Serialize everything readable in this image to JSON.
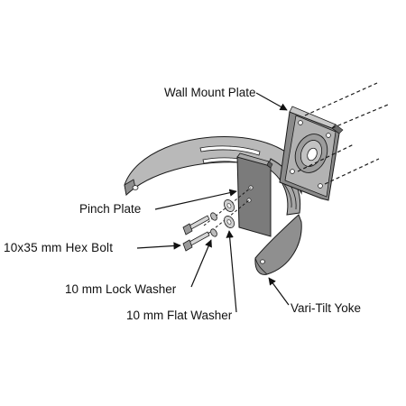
{
  "labels": {
    "wall_mount_plate": "Wall Mount Plate",
    "pinch_plate": "Pinch Plate",
    "hex_bolt": "10x35  mm Hex Bolt",
    "lock_washer": "10 mm Lock Washer",
    "flat_washer": "10 mm Flat Washer",
    "vari_tilt_yoke": "Vari-Tilt Yoke"
  },
  "colors": {
    "part_fill": "#9a9a9a",
    "part_light": "#c4c4c4",
    "part_dark": "#6d6d6d",
    "outline": "#1a1a1a"
  }
}
